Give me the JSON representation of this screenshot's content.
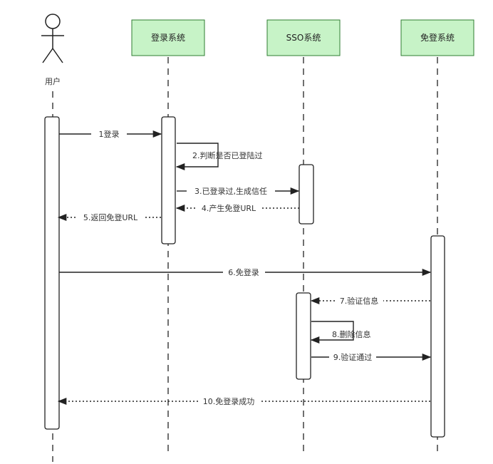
{
  "actor": {
    "label": "用户"
  },
  "participants": [
    {
      "id": "login",
      "label": "登录系统"
    },
    {
      "id": "sso",
      "label": "SSO系统"
    },
    {
      "id": "free",
      "label": "免登系统"
    }
  ],
  "messages": [
    {
      "label": "1登录",
      "from": "user",
      "to": "login",
      "style": "solid"
    },
    {
      "label": "2.判断是否已登陆过",
      "from": "login",
      "to": "login",
      "style": "solid"
    },
    {
      "label": "3.已登录过,生成信任",
      "from": "login",
      "to": "sso",
      "style": "solid"
    },
    {
      "label": "4.产生免登URL",
      "from": "sso",
      "to": "login",
      "style": "dotted"
    },
    {
      "label": "5.返回免登URL",
      "from": "login",
      "to": "user",
      "style": "dotted"
    },
    {
      "label": "6.免登录",
      "from": "user",
      "to": "free",
      "style": "solid"
    },
    {
      "label": "7.验证信息",
      "from": "free",
      "to": "sso",
      "style": "dotted"
    },
    {
      "label": "8.删除信息",
      "from": "sso",
      "to": "sso",
      "style": "solid"
    },
    {
      "label": "9.验证通过",
      "from": "sso",
      "to": "free",
      "style": "solid"
    },
    {
      "label": "10.免登录成功",
      "from": "free",
      "to": "user",
      "style": "dotted"
    }
  ],
  "colors": {
    "participant_fill": "#c7f3c7",
    "participant_stroke": "#2f7d32",
    "line": "#222222",
    "activation_fill": "#ffffff"
  }
}
